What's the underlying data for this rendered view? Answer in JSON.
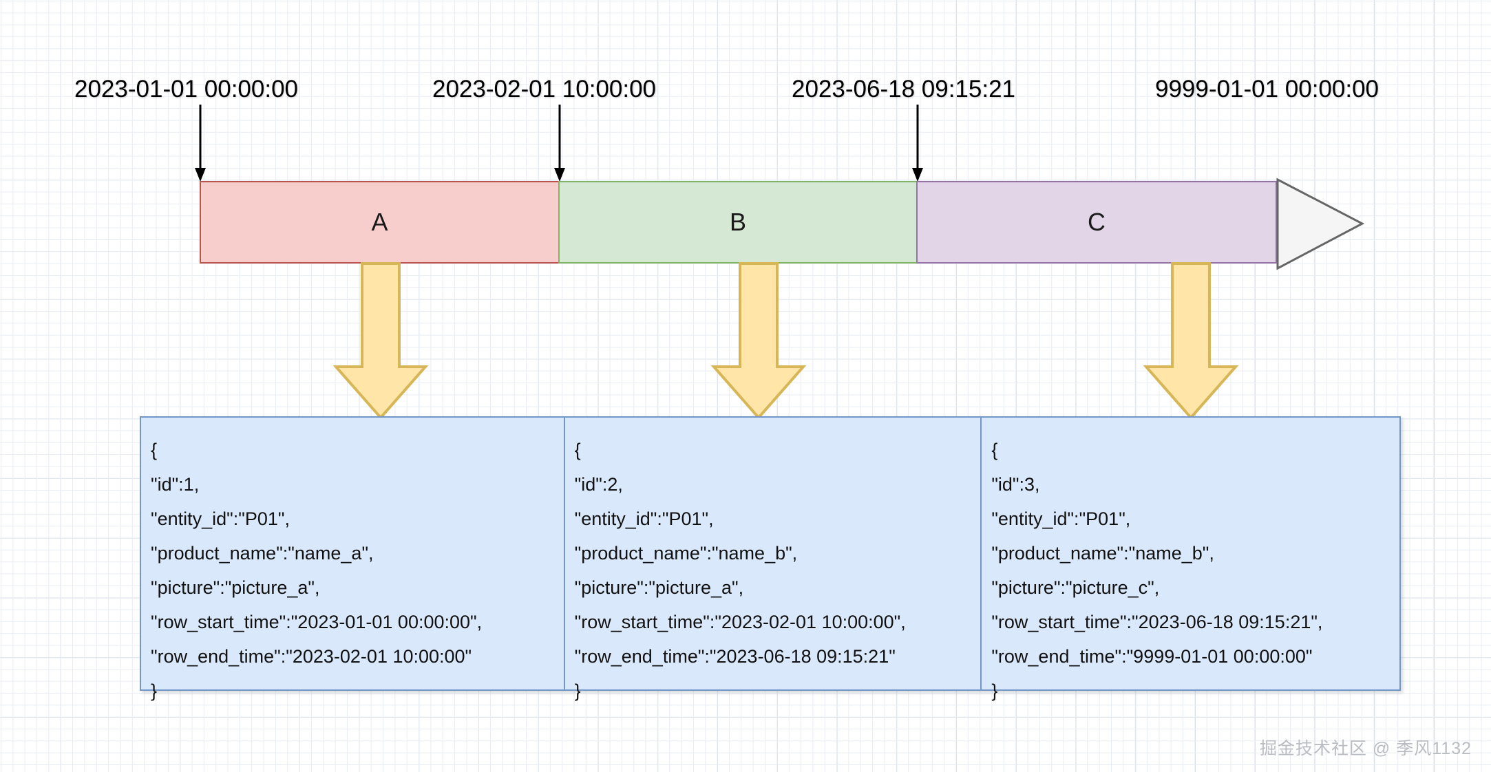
{
  "diagram": {
    "title": "Temporal table row versioning timeline",
    "colors": {
      "segment_a_fill": "#f8cecc",
      "segment_a_stroke": "#b85450",
      "segment_b_fill": "#d5e8d4",
      "segment_b_stroke": "#82b366",
      "segment_c_fill": "#e1d5e7",
      "segment_c_stroke": "#9673a6",
      "arrow_fill": "#ffe6a8",
      "arrow_stroke": "#d6b656",
      "json_fill": "#dae8fc",
      "json_stroke": "#7396c8",
      "head_fill": "#f5f5f5",
      "head_stroke": "#666666",
      "grid_minor": "#e8edf3",
      "grid_major": "#ccd6e2"
    }
  },
  "timeline": {
    "ticks": [
      {
        "label": "2023-01-01 00:00:00"
      },
      {
        "label": "2023-02-01 10:00:00"
      },
      {
        "label": "2023-06-18 09:15:21"
      },
      {
        "label": "9999-01-01 00:00:00"
      }
    ],
    "segments": [
      {
        "label": "A"
      },
      {
        "label": "B"
      },
      {
        "label": "C"
      }
    ]
  },
  "records": [
    {
      "lines": [
        "{",
        "\"id\":1,",
        "\"entity_id\":\"P01\",",
        "\"product_name\":\"name_a\",",
        "\"picture\":\"picture_a\",",
        "\"row_start_time\":\"2023-01-01 00:00:00\",",
        "\"row_end_time\":\"2023-02-01 10:00:00\"",
        "}"
      ]
    },
    {
      "lines": [
        "{",
        "\"id\":2,",
        "\"entity_id\":\"P01\",",
        "\"product_name\":\"name_b\",",
        "\"picture\":\"picture_a\",",
        "\"row_start_time\":\"2023-02-01 10:00:00\",",
        "\"row_end_time\":\"2023-06-18 09:15:21\"",
        "}"
      ]
    },
    {
      "lines": [
        "{",
        "\"id\":3,",
        "\"entity_id\":\"P01\",",
        "\"product_name\":\"name_b\",",
        "\"picture\":\"picture_c\",",
        "\"row_start_time\":\"2023-06-18 09:15:21\",",
        "\"row_end_time\":\"9999-01-01 00:00:00\""
      ]
    }
  ],
  "records_extra_close": "}",
  "watermark": "掘金技术社区 @ 季风1132"
}
